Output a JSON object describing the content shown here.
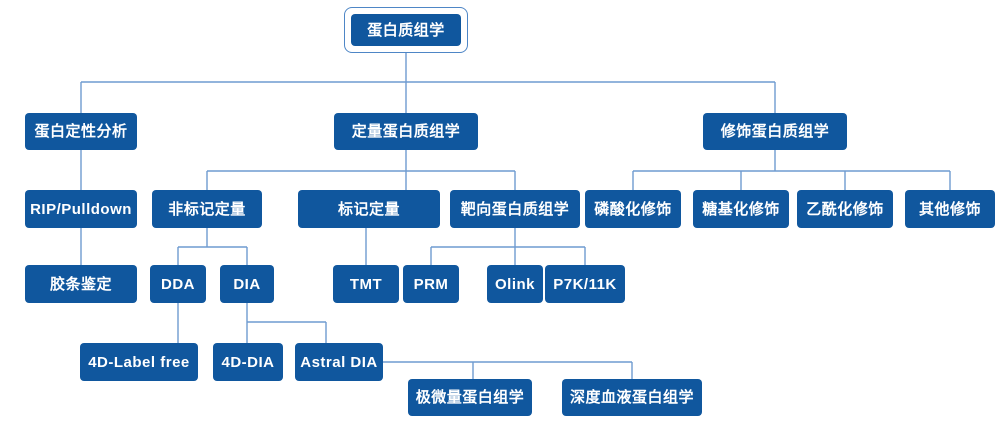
{
  "diagram": {
    "colors": {
      "node_fill": "#10579e",
      "node_text": "#ffffff",
      "connector_color": "#6f9bd0",
      "root_border": "#4e86c6"
    },
    "tree": {
      "label": "蛋白质组学",
      "children": [
        {
          "label": "蛋白定性分析",
          "children": [
            {
              "label": "RIP/Pulldown",
              "children": [
                {
                  "label": "胶条鉴定"
                }
              ]
            }
          ]
        },
        {
          "label": "定量蛋白质组学",
          "children": [
            {
              "label": "非标记定量",
              "children": [
                {
                  "label": "DDA",
                  "children": [
                    {
                      "label": "4D-Label free"
                    }
                  ]
                },
                {
                  "label": "DIA",
                  "children": [
                    {
                      "label": "4D-DIA"
                    },
                    {
                      "label": "Astral DIA",
                      "children": [
                        {
                          "label": "极微量蛋白组学"
                        },
                        {
                          "label": "深度血液蛋白组学"
                        }
                      ]
                    }
                  ]
                }
              ]
            },
            {
              "label": "标记定量",
              "children": [
                {
                  "label": "TMT"
                }
              ]
            },
            {
              "label": "靶向蛋白质组学",
              "children": [
                {
                  "label": "PRM"
                },
                {
                  "label": "Olink"
                },
                {
                  "label": "P7K/11K"
                }
              ]
            }
          ]
        },
        {
          "label": "修饰蛋白质组学",
          "children": [
            {
              "label": "磷酸化修饰"
            },
            {
              "label": "糖基化修饰"
            },
            {
              "label": "乙酰化修饰"
            },
            {
              "label": "其他修饰"
            }
          ]
        }
      ]
    }
  }
}
